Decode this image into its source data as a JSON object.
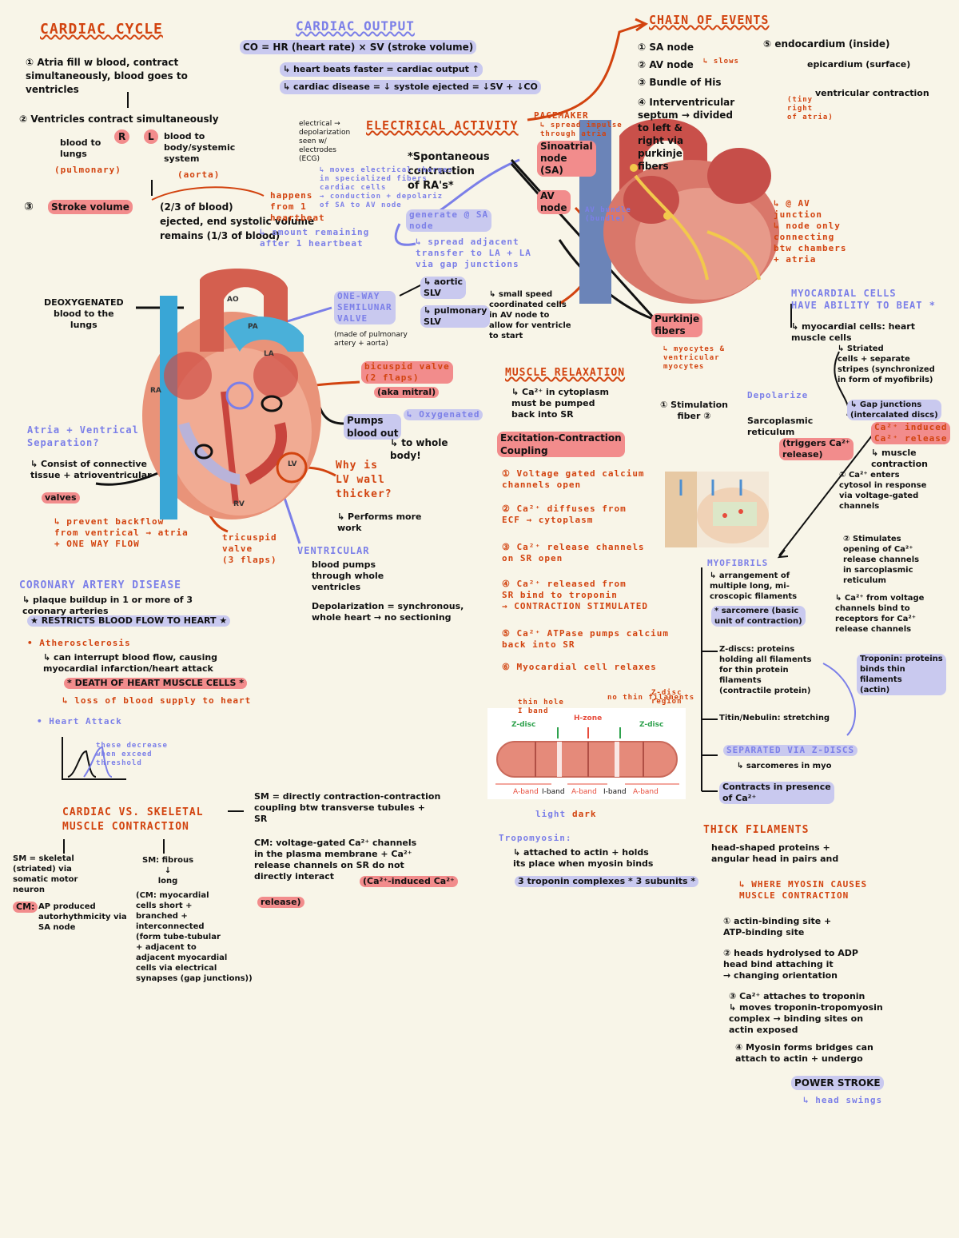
{
  "titles": {
    "cardiac_cycle": "CARDIAC CYCLE",
    "cardiac_output": "CARDIAC OUTPUT",
    "chain": "CHAIN OF EVENTS",
    "electrical": "ELECTRICAL ACTIVITY",
    "muscle_relax": "MUSCLE RELAXATION",
    "coronary": "CORONARY ARTERY DISEASE",
    "cardiac_vs_skeletal": "CARDIAC VS. SKELETAL\nMUSCLE CONTRACTION",
    "thick": "THICK FILAMENTS",
    "ventricular": "VENTRICULAR",
    "myocardial": "MYOCARDIAL CELLS\nHAVE ABILITY TO BEAT *",
    "myofibrils": "MYOFIBRILS",
    "power_stroke": "POWER STROKE"
  },
  "cycle": {
    "s1": "① Atria fill w blood, contract\nsimultaneously, blood goes to\nventricles",
    "s2": "② Ventricles contract simultaneously",
    "r": "R",
    "l": "L",
    "to_lungs": "blood to\nlungs",
    "pulm": "(pulmonary)",
    "to_body": "blood to\nbody/systemic\nsystem",
    "aorta": "(aorta)",
    "s3a": "③",
    "s3b": "Stroke volume",
    "s3c": "(2/3 of blood)\nejected, end systolic volume\nremains (1/3 of blood)",
    "happen": "happens\nfrom 1\nheartbeat",
    "amount": "↳ amount remaining\nafter 1 heartbeat"
  },
  "output": {
    "formula": "CO = HR (heart rate) × SV (stroke volume)",
    "l1": "↳ heart beats faster = cardiac output ↑",
    "l2": "↳ cardiac disease = ↓ systole ejected = ↓SV + ↓CO"
  },
  "electrical": {
    "spont": "*Spontaneous\ncontraction\nof RA's*",
    "gen": "generate @ SA\nnode",
    "spread": "↳ spread adjacent\ntransfer to LA + LA\nvia gap junctions",
    "side": "electrical →\ndepolarization\nseen w/\nelectrodes\n(ECG)",
    "wave": "↳ moves electrical charges\nin specialized fibers\ncardiac cells\n→ conduction + depolariz\nof SA to AV node"
  },
  "chain": {
    "c1": "① SA node",
    "c2": "② AV node",
    "c3": "③ Bundle of His",
    "c4": "④ Interventricular\nseptum → divided\nto left &\nright via\npurkinje\nfibers",
    "c5": "⑤ endocardium (inside)",
    "c6": "epicardium (surface)",
    "c7": "ventricular contraction",
    "slow": "↳ slows",
    "tiny": "(tiny\nright\nof atria)",
    "node_note": "↳ @ AV\njunction\n↳ node only\nconnecting\nbtw chambers\n+ atria"
  },
  "heart_labels": {
    "pace": "PACEMAKER",
    "pace_sub": "↳ spread impulse\nthrough atria",
    "sa": "Sinoatrial\nnode\n(SA)",
    "av": "AV\nnode",
    "av_bundle": "AV bundle\n(bundle)",
    "purk": "Purkinje\nfibers",
    "purk_sub": "↳ myocytes &\nventricular\nmyocytes",
    "delay": "↳ small speed\ncoordinated cells\nin AV node to\nallow for ventricle\nto start",
    "ao": "AO",
    "pa": "PA",
    "la": "LA",
    "ra": "RA",
    "lv": "LV",
    "rv": "RV",
    "deox": "DEOXYGENATED\nblood to the\nlungs",
    "oneway": "ONE-WAY\nSEMILUNAR\nVALVE",
    "oneway_sub": "(made of pulmonary\nartery + aorta)",
    "aortic": "↳ aortic\nSLV",
    "pulm": "↳ pulmonary\nSLV",
    "bicusp": "bicuspid valve\n(2 flaps)",
    "mitral": "(aka mitral)",
    "pumps": "Pumps\nblood out",
    "oxy": "↳ Oxygenated",
    "tobody": "↳ to whole\nbody!",
    "why": "Why is\nLV wall\nthicker?",
    "why_a": "↳ Performs more\nwork",
    "atria": "Atria + Ventrical\nSeparation?",
    "atria_a": "↳ Consist of connective\ntissue + atrioventricular",
    "valves": "valves",
    "prevent": "↳ prevent backflow\nfrom ventrical → atria\n+ ONE WAY FLOW",
    "tricusp": "tricuspid\nvalve\n(3 flaps)",
    "vent_a": "blood pumps\nthrough whole\nventricles",
    "vent_b": "Depolarization = synchronous,\nwhole heart → no sectioning"
  },
  "relax": {
    "sub": "↳ Ca²⁺ in cytoplasm\nmust be pumped\nback into SR",
    "exc": "Excitation-Contraction\nCoupling",
    "e1": "① Voltage gated calcium\nchannels open",
    "e2": "② Ca²⁺ diffuses from\nECF → cytoplasm",
    "e3": "③ Ca²⁺ release channels\non SR open",
    "e4": "④ Ca²⁺ released from\nSR bind to troponin\n→ CONTRACTION STIMULATED",
    "e5": "⑤ Ca²⁺ ATPase pumps calcium\nback into SR",
    "e6": "⑥ Myocardial cell relaxes"
  },
  "coronary": {
    "l1": "↳ plaque buildup in 1 or more of 3\ncoronary arteries",
    "l2": "★ RESTRICTS BLOOD FLOW TO HEART ★",
    "l3": "• Atherosclerosis",
    "l4": "↳ can interrupt blood flow, causing\nmyocardial infarction/heart attack",
    "l5": "* DEATH OF HEART MUSCLE CELLS *",
    "l6": "↳ loss of blood supply to heart",
    "l7": "• Heart Attack",
    "graph": "these decrease\nwhen exceed\nthreshold"
  },
  "myocardial": {
    "c1": "↳ myocardial cells: heart\nmuscle cells",
    "c2": "↳ Striated\ncells + separate\nstripes (synchronized\nin form of myofibrils)",
    "c3": "↳ Gap junctions\n(intercalated discs)",
    "sr": "Sarcoplasmic\nreticulum",
    "trig": "(triggers Ca²⁺\nrelease)",
    "ca1": "Ca²⁺ induced\nCa²⁺ release",
    "ca2": "↳ muscle\ncontraction",
    "ca3": "① Ca²⁺ enters\ncytosol in response\nvia voltage-gated\nchannels",
    "ca4": "② Stimulates\nopening of Ca²⁺\nrelease channels\nin sarcoplasmic\nreticulum",
    "ca5": "↳ Ca²⁺ from voltage\nchannels bind to\nreceptors for Ca²⁺\nrelease channels",
    "depol": "Depolarize",
    "stim": "① Stimulation\nfiber ②"
  },
  "myofibrils": {
    "m1": "↳ arrangement of\nmultiple long, mi-\ncroscopic filaments",
    "m2": "* sarcomere (basic\nunit of contraction)",
    "m3": "Z-discs: proteins\nholding all filaments\nfor thin protein\nfilaments\n(contractile protein)",
    "m4": "Titin/Nebulin: stretching",
    "m5": "SEPARATED VIA Z-DISCS",
    "m6": "↳ sarcomeres in myo",
    "m7": "Contracts in presence\nof Ca²⁺",
    "tropo": "Troponin: proteins\nbinds thin\nfilaments\n(actin)"
  },
  "sarcomere": {
    "top1": "thin hole\nI band",
    "hzone": "H-zone",
    "top3": "no thin filaments",
    "top4": "Z-disc\nregion",
    "zdisc": "Z-disc",
    "aband": "A-band",
    "iband": "I-band",
    "light": "light",
    "dark": "dark"
  },
  "tropomyosin": {
    "title": "Tropomyosin:",
    "l1": "↳ attached to actin + holds\nits place when myosin binds",
    "l2": "3 troponin complexes * 3 subunits *"
  },
  "thick": {
    "l1": "head-shaped proteins +\nangular head in pairs and",
    "l2": "↳ WHERE MYOSIN CAUSES\nMUSCLE CONTRACTION",
    "t1": "① actin-binding site +\nATP-binding site",
    "t2": "② heads hydrolysed to ADP\nhead bind attaching it\n→ changing orientation",
    "t3": "③ Ca²⁺ attaches to troponin\n↳ moves troponin-tropomyosin\ncomplex → binding sites on\nactin exposed",
    "t4": "④ Myosin forms bridges can\nattach to actin + undergo",
    "ps": "↳ head swings"
  },
  "cvs": {
    "sm_label": "SM = directly contraction-contraction\ncoupling btw transverse tubules +\nSR",
    "cm_label": "CM: voltage-gated Ca²⁺ channels\nin the plasma membrane + Ca²⁺\nrelease channels on SR do not\ndirectly interact",
    "cicr": "(Ca²⁺-induced Ca²⁺",
    "release": "release)",
    "left": "SM = skeletal\n(striated) via\nsomatic motor\nneuron",
    "cm": "CM:",
    "cm2": "AP produced\nautorhythmicity via\nSA node",
    "right1": "SM: fibrous\n↓\nlong",
    "right2": "(CM: myocardial\ncells short +\nbranched +\ninterconnected\n(form tube-tubular\n+ adjacent to\nadjacent myocardial\ncells via electrical\nsynapses (gap junctions))"
  }
}
